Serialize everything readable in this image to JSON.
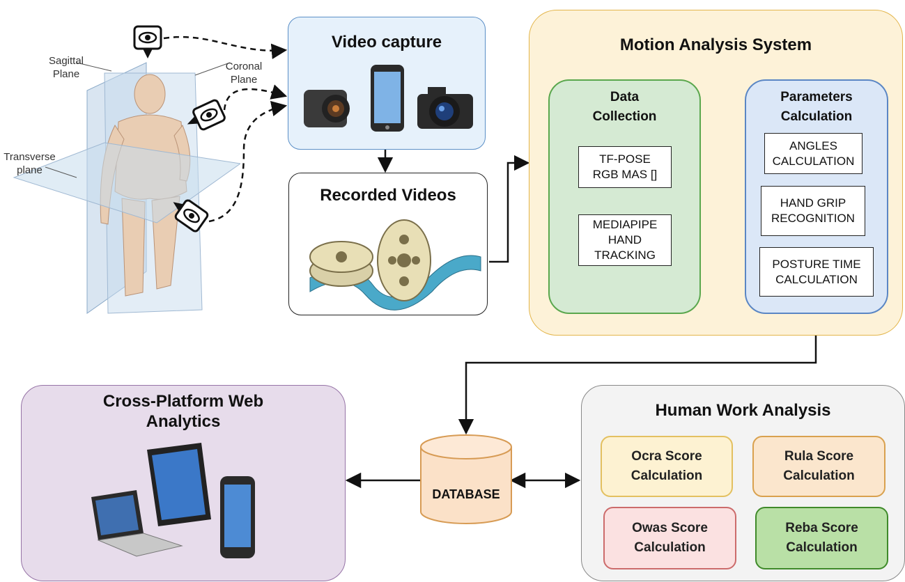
{
  "body_planes": {
    "sagittal": "Sagittal\nPlane",
    "coronal": "Coronal\nPlane",
    "transverse": "Transverse\nplane"
  },
  "video_capture": {
    "title": "Video capture",
    "icons": [
      "action-camera-icon",
      "smartphone-icon",
      "dslr-camera-icon"
    ]
  },
  "recorded_videos": {
    "title": "Recorded Videos",
    "icons": [
      "film-reels-icon"
    ]
  },
  "motion_analysis": {
    "title": "Motion Analysis System",
    "data_collection": {
      "title": "Data\nCollection",
      "items": [
        "TF-POSE\nRGB MAS []",
        "MEDIAPIPE\nHAND\nTRACKING"
      ]
    },
    "parameters": {
      "title": "Parameters\nCalculation",
      "items": [
        "ANGLES\nCALCULATION",
        "HAND GRIP\nRECOGNITION",
        "POSTURE TIME\nCALCULATION"
      ]
    }
  },
  "database": {
    "label": "DATABASE"
  },
  "web_analytics": {
    "title": "Cross-Platform Web\nAnalytics",
    "icons": [
      "laptop-icon",
      "tablet-icon",
      "smartphone-icon"
    ]
  },
  "human_work": {
    "title": "Human Work Analysis",
    "scores": [
      "Ocra Score\nCalculation",
      "Rula Score\nCalculation",
      "Owas Score\nCalculation",
      "Reba Score\nCalculation"
    ]
  },
  "colors": {
    "video_capture_fill": "#e6f1fb",
    "video_capture_border": "#5b8fc7",
    "motion_fill": "#fdf2d8",
    "motion_border": "#e3b54a",
    "data_collection_fill": "#d5ead3",
    "data_collection_border": "#5aa74d",
    "parameters_fill": "#dbe7f7",
    "parameters_border": "#5a86c4",
    "web_fill": "#e7dceb",
    "web_border": "#9673a6",
    "human_fill": "#f3f3f3",
    "human_border": "#888888",
    "ocra_fill": "#fdf2d2",
    "rula_fill": "#fbe6cd",
    "owas_fill": "#fbe1e1",
    "reba_fill": "#b9e0a6",
    "database_fill": "#fbe1c8",
    "database_border": "#d79b54"
  }
}
